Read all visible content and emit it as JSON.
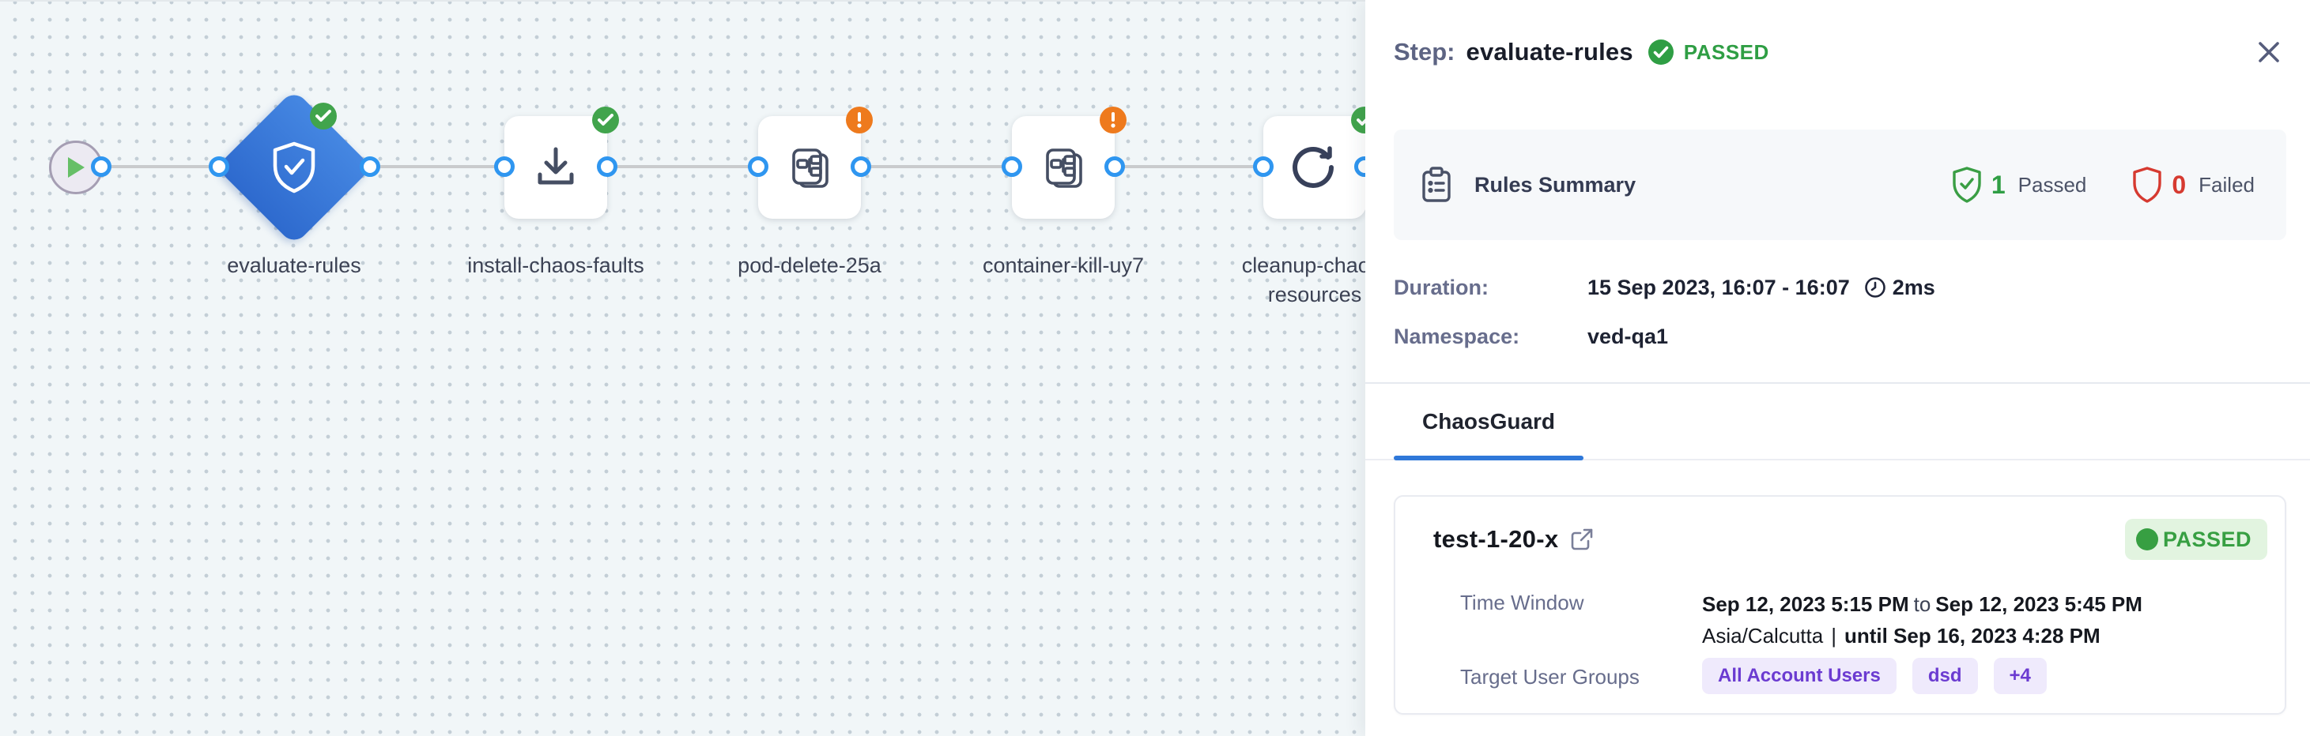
{
  "pipeline": {
    "nodes": [
      {
        "id": "start",
        "type": "start-node"
      },
      {
        "id": "evaluate-rules",
        "label": "evaluate-rules",
        "type": "diamond",
        "icon": "shield-check-icon",
        "status": "passed"
      },
      {
        "id": "install-chaos-faults",
        "label": "install-chaos-faults",
        "type": "step",
        "icon": "download-icon",
        "status": "passed"
      },
      {
        "id": "pod-delete-25a",
        "label": "pod-delete-25a",
        "type": "step",
        "icon": "chaos-fault-icon",
        "status": "warning"
      },
      {
        "id": "container-kill-uy7",
        "label": "container-kill-uy7",
        "type": "step",
        "icon": "chaos-fault-icon",
        "status": "warning"
      },
      {
        "id": "cleanup-chaos-resources",
        "label": "cleanup-chaos-resources",
        "type": "step",
        "icon": "refresh-icon",
        "status": "passed"
      }
    ]
  },
  "panel": {
    "header": {
      "step_label": "Step:",
      "step_name": "evaluate-rules",
      "status": "PASSED"
    },
    "rules_summary": {
      "title": "Rules Summary",
      "passed_count": "1",
      "passed_label": "Passed",
      "failed_count": "0",
      "failed_label": "Failed"
    },
    "details": {
      "duration_label": "Duration:",
      "duration_value": "15 Sep 2023, 16:07 - 16:07",
      "duration_elapsed": "2ms",
      "namespace_label": "Namespace:",
      "namespace_value": "ved-qa1"
    },
    "tabs": [
      {
        "label": "ChaosGuard",
        "active": true
      }
    ],
    "guard_card": {
      "name": "test-1-20-x",
      "status": "PASSED",
      "time_window_label": "Time Window",
      "time_from": "Sep 12, 2023 5:15 PM",
      "to_word": "to",
      "time_to": "Sep 12, 2023 5:45 PM",
      "timezone": "Asia/Calcutta",
      "separator": "|",
      "until_text": "until Sep 16, 2023 4:28 PM",
      "target_label": "Target User Groups",
      "groups": [
        "All Account Users",
        "dsd",
        "+4"
      ]
    }
  },
  "colors": {
    "accent_blue": "#2f78d9",
    "node_blue": "#3a78d8",
    "passed_green": "#2f9e44",
    "warning_orange": "#ee7a1d",
    "failed_red": "#d63a30",
    "chip_purple": "#6b3bd1",
    "connector_dot_blue": "#2f96f0"
  }
}
